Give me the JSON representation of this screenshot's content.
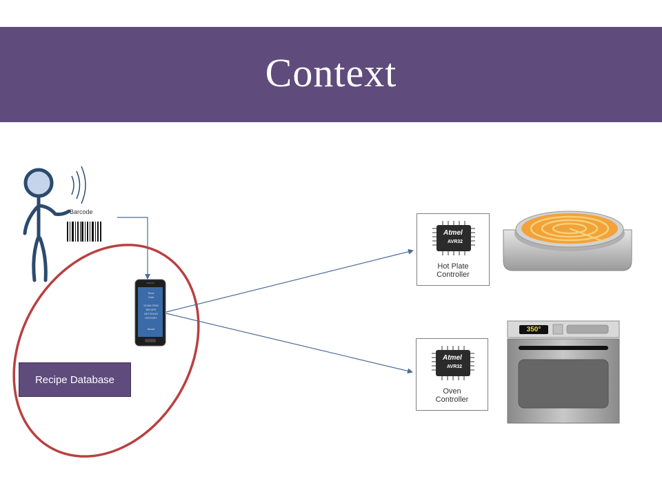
{
  "slide": {
    "title": "Context"
  },
  "labels": {
    "barcode": "Barcode",
    "recipe_database": "Recipe Database",
    "hot_plate_controller_line1": "Hot Plate",
    "hot_plate_controller_line2": "Controller",
    "oven_controller_line1": "Oven",
    "oven_controller_line2": "Controller",
    "chip_brand": "Atmel",
    "chip_model": "AVR32",
    "oven_temperature": "350°"
  },
  "phone_screen": {
    "app_name_line1": "Sous",
    "app_name_line2": "Chef",
    "menu_line1": "SCAN ITEM",
    "menu_line2": "RECIPE",
    "menu_line3": "SETTINGS",
    "menu_line4": "HISTORY",
    "footer": "About"
  },
  "colors": {
    "header": "#5f4b7c",
    "highlight_ellipse": "#b94040",
    "arrow": "#4a6e9a",
    "stick_figure": "#2b4a6e",
    "stick_figure_head": "#c5d4ea",
    "hot_plate_coil": "#f2a23a"
  },
  "icons": {
    "person": "stick-figure-icon",
    "signal": "wireless-signal-icon",
    "barcode": "barcode-icon",
    "phone": "smartphone-icon",
    "chip": "microcontroller-chip-icon",
    "hot_plate": "hot-plate-icon",
    "oven": "oven-icon"
  }
}
